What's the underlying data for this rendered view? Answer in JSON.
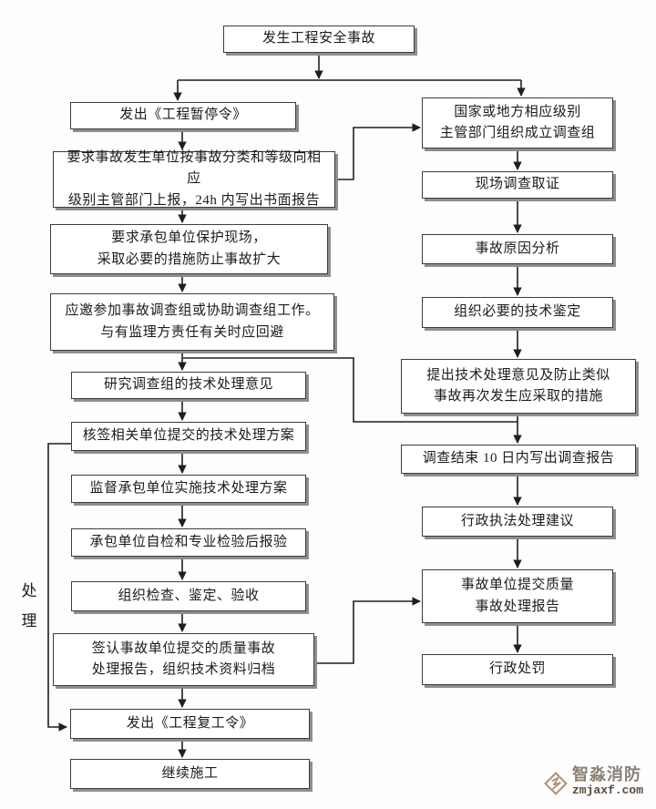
{
  "flowchart": {
    "side_label": "处理",
    "nodes": {
      "start": {
        "label": "发生工程安全事故"
      },
      "l1": {
        "label": "发出《工程暂停令》"
      },
      "l2": {
        "label": "要求事故发生单位按事故分类和等级向相应\n级别主管部门上报，24h 内写出书面报告"
      },
      "l3": {
        "label": "要求承包单位保护现场，\n采取必要的措施防止事故扩大"
      },
      "l4": {
        "label": "应邀参加事故调查组或协助调查组工作。\n与有监理方责任有关时应回避"
      },
      "l5": {
        "label": "研究调查组的技术处理意见"
      },
      "l6": {
        "label": "核签相关单位提交的技术处理方案"
      },
      "l7": {
        "label": "监督承包单位实施技术处理方案"
      },
      "l8": {
        "label": "承包单位自检和专业检验后报验"
      },
      "l9": {
        "label": "组织检查、鉴定、验收"
      },
      "l10": {
        "label": "签认事故单位提交的质量事故\n处理报告，组织技术资料归档"
      },
      "l11": {
        "label": "发出《工程复工令》"
      },
      "l12": {
        "label": "继续施工"
      },
      "r1": {
        "label": "国家或地方相应级别\n主管部门组织成立调查组"
      },
      "r2": {
        "label": "现场调查取证"
      },
      "r3": {
        "label": "事故原因分析"
      },
      "r4": {
        "label": "组织必要的技术鉴定"
      },
      "r5": {
        "label": "提出技术处理意见及防止类似\n事故再次发生应采取的措施"
      },
      "r6": {
        "label": "调查结束 10 日内写出调查报告"
      },
      "r7": {
        "label": "行政执法处理建议"
      },
      "r8": {
        "label": "事故单位提交质量\n事故处理报告"
      },
      "r9": {
        "label": "行政处罚"
      }
    }
  },
  "watermark": {
    "brand": "智淼消防",
    "domain": "zmjaxf.com"
  },
  "colors": {
    "box_border": "#3c3c3c",
    "box_shadow": "#8e8e8e",
    "line": "#1f1f1f",
    "watermark_accent": "#b09478"
  }
}
